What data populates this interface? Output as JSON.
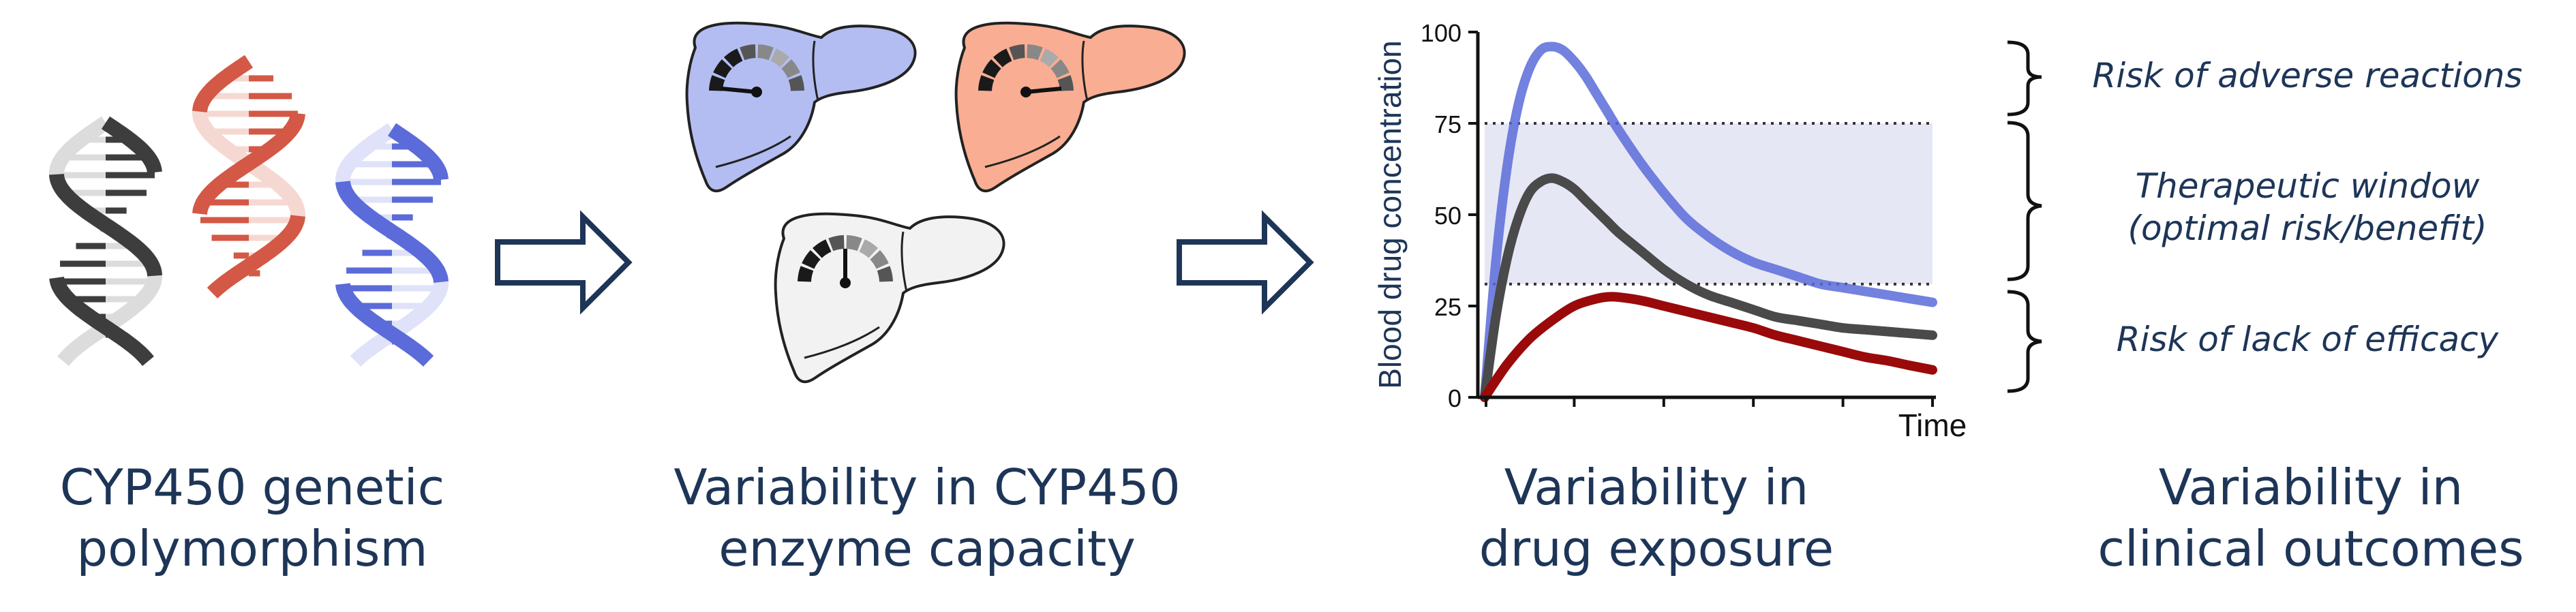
{
  "stages": [
    {
      "line1": "CYP450 genetic",
      "line2": "polymorphism"
    },
    {
      "line1": "Variability in CYP450",
      "line2": "enzyme capacity"
    },
    {
      "line1": "Variability in",
      "line2": "drug exposure"
    },
    {
      "line1": "Variability in",
      "line2": "clinical outcomes"
    }
  ],
  "outcomes": {
    "adverse": "Risk of adverse reactions",
    "window_line1": "Therapeutic window",
    "window_line2": "(optimal risk/benefit)",
    "lack": "Risk of lack of efficacy"
  },
  "colors": {
    "text": "#1d3557",
    "blue": "#5b6bd9",
    "gray": "#4a4a4a",
    "red": "#9a0a0a",
    "orange_liver": "#f9ad92",
    "blue_liver": "#b3bdf2",
    "white_liver": "#f2f2f2",
    "dna_red": "#d35845",
    "window_fill": "#e6e7f5"
  },
  "chart_data": {
    "type": "line",
    "xlabel": "Time",
    "ylabel": "Blood drug concentration",
    "ylim": [
      0,
      100
    ],
    "yticks": [
      "0",
      "25",
      "50",
      "75",
      "100"
    ],
    "x_range": [
      0,
      10
    ],
    "therapeutic_window": [
      31,
      75
    ],
    "series": [
      {
        "color": "#5b6bd9",
        "x": [
          0,
          0.25,
          0.5,
          0.75,
          1,
          1.25,
          1.5,
          1.75,
          2,
          2.25,
          2.5,
          2.75,
          3,
          3.5,
          4,
          4.5,
          5,
          5.5,
          6,
          6.5,
          7,
          7.5,
          8,
          8.5,
          9,
          9.5,
          10
        ],
        "y": [
          0,
          37,
          63,
          80,
          90,
          95,
          96,
          95,
          92,
          88,
          83,
          78,
          73,
          64,
          56,
          49,
          44,
          40,
          37,
          35,
          33,
          31,
          30,
          29,
          28,
          27,
          26
        ]
      },
      {
        "color": "#4a4a4a",
        "x": [
          0,
          0.25,
          0.5,
          0.75,
          1,
          1.25,
          1.5,
          1.75,
          2,
          2.25,
          2.5,
          2.75,
          3,
          3.5,
          4,
          4.5,
          5,
          5.5,
          6,
          6.5,
          7,
          7.5,
          8,
          8.5,
          9,
          9.5,
          10
        ],
        "y": [
          0,
          22,
          38,
          49,
          56,
          59,
          60,
          59,
          57,
          54,
          51,
          48,
          45,
          40,
          35,
          31,
          28,
          26,
          24,
          22,
          21,
          20,
          19,
          18.5,
          18,
          17.5,
          17
        ]
      },
      {
        "color": "#9a0a0a",
        "x": [
          0,
          0.5,
          1,
          1.5,
          2,
          2.5,
          2.75,
          3,
          3.5,
          4,
          4.5,
          5,
          5.5,
          6,
          6.5,
          7,
          7.5,
          8,
          8.5,
          9,
          9.5,
          10
        ],
        "y": [
          0,
          9,
          16,
          21,
          25,
          27,
          27.5,
          27.4,
          26.5,
          25,
          23.5,
          22,
          20.5,
          19,
          17,
          15.5,
          14,
          12.5,
          11,
          10,
          8.7,
          7.5
        ]
      }
    ]
  }
}
